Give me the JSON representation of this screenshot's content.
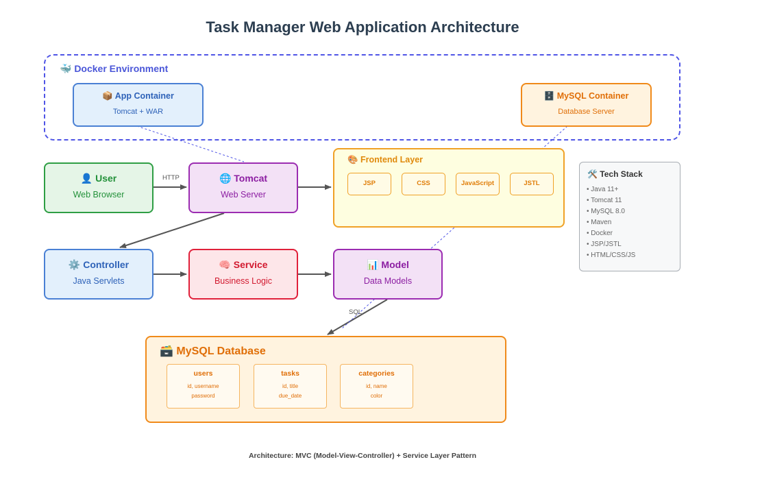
{
  "title": "Task Manager Web Application Architecture",
  "docker": {
    "label": "🐳 Docker Environment",
    "app_container": {
      "title": "📦 App Container",
      "subtitle": "Tomcat + WAR"
    },
    "mysql_container": {
      "title": "🗄️ MySQL Container",
      "subtitle": "Database Server"
    }
  },
  "nodes": {
    "user": {
      "title": "👤 User",
      "subtitle": "Web Browser"
    },
    "tomcat": {
      "title": "🌐 Tomcat",
      "subtitle": "Web Server"
    },
    "controller": {
      "title": "⚙️ Controller",
      "subtitle": "Java Servlets"
    },
    "service": {
      "title": "🧠 Service",
      "subtitle": "Business Logic"
    },
    "model": {
      "title": "📊 Model",
      "subtitle": "Data Models"
    }
  },
  "frontend": {
    "title": "🎨 Frontend Layer",
    "items": [
      "JSP",
      "CSS",
      "JavaScript",
      "JSTL"
    ]
  },
  "tech_stack": {
    "title": "🛠️ Tech Stack",
    "items": [
      "• Java 11+",
      "• Tomcat 11",
      "• MySQL 8.0",
      "• Maven",
      "• Docker",
      "• JSP/JSTL",
      "• HTML/CSS/JS"
    ]
  },
  "database": {
    "title": "🗃️ MySQL Database",
    "tables": [
      {
        "name": "users",
        "fields": [
          "id, username",
          "password"
        ]
      },
      {
        "name": "tasks",
        "fields": [
          "id, title",
          "due_date"
        ]
      },
      {
        "name": "categories",
        "fields": [
          "id, name",
          "color"
        ]
      }
    ]
  },
  "edge_labels": {
    "http": "HTTP",
    "sql": "SQL"
  },
  "footer": "Architecture: MVC (Model-View-Controller) + Service Layer Pattern",
  "colors": {
    "docker": "#4f54e6",
    "blue": "#4a80d4",
    "orange": "#f08a1a",
    "green": "#2e9e44",
    "purple": "#9b2cb1",
    "red": "#e0203a",
    "frontend": "#f0a126",
    "arrow": "#555555"
  }
}
